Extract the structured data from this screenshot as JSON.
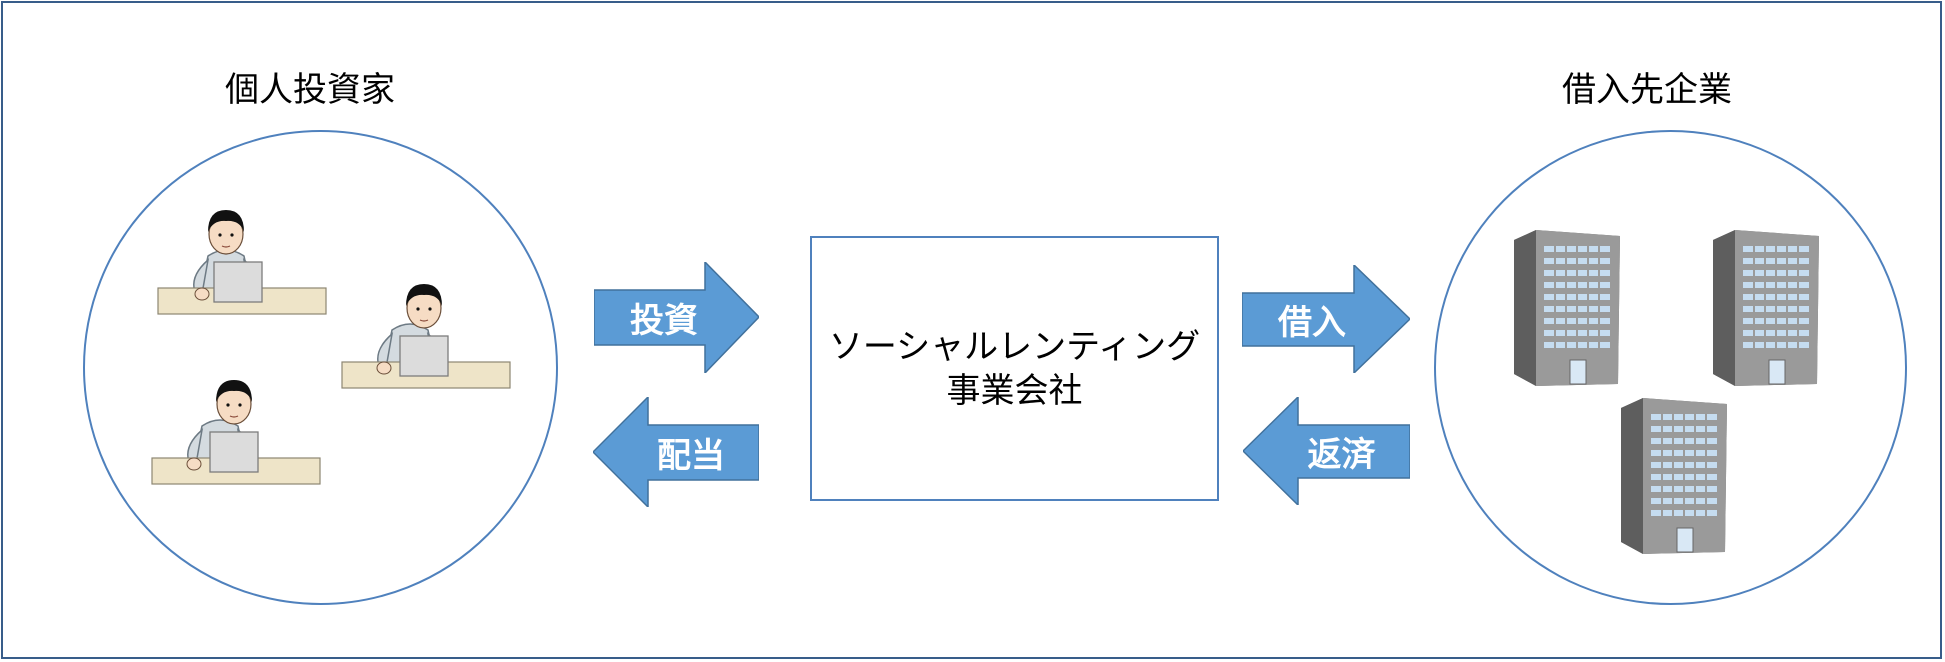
{
  "diagram": {
    "left_group_title": "個人投資家",
    "right_group_title": "借入先企業",
    "center_box": {
      "line1": "ソーシャルレンティング",
      "line2": "事業会社"
    },
    "arrows": {
      "invest": "投資",
      "dividend": "配当",
      "borrow": "借入",
      "repay": "返済"
    }
  },
  "colors": {
    "frame": "#385d8a",
    "circle_outline": "#4f81bd",
    "arrow_fill": "#5b9bd5",
    "arrow_text": "#ffffff",
    "desk": "#eee4c8",
    "building_face": "#8a8a8a",
    "building_windows": "#c5dcf0"
  }
}
